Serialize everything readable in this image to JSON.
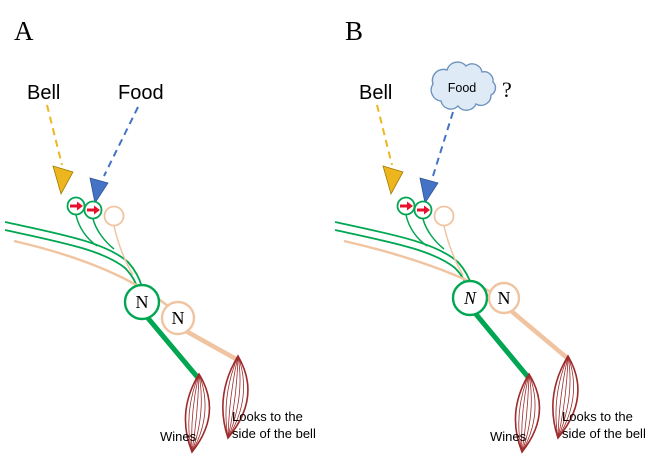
{
  "panel_a": {
    "letter": "A",
    "bell_label": "Bell",
    "food_label": "Food",
    "motor_neuron_green": "N",
    "motor_neuron_peach": "N",
    "muscle_left_label": "Wines",
    "muscle_right_label_line1": "Looks to the",
    "muscle_right_label_line2": "side of the bell"
  },
  "panel_b": {
    "letter": "B",
    "bell_label": "Bell",
    "food_cloud_label": "Food",
    "question_mark": "?",
    "motor_neuron_green": "N",
    "motor_neuron_peach": "N",
    "muscle_left_label": "Wines",
    "muscle_right_label_line1": "Looks to the",
    "muscle_right_label_line2": "side of the bell"
  },
  "icons": {
    "bell_terminal": "gold-arrowhead-icon",
    "food_terminal": "blue-arrowhead-icon",
    "activity": "red-arrow-icon",
    "food_thought": "cloud-icon"
  },
  "colors": {
    "bell_pathway": "#EDB51E",
    "food_pathway": "#4472C4",
    "conditioned_circuit": "#00A651",
    "unconditioned_circuit": "#F0C4A0",
    "activity_arrow": "#E8112D",
    "muscle_outline": "#9E2B2B",
    "cloud_fill": "#DEEBF7"
  }
}
